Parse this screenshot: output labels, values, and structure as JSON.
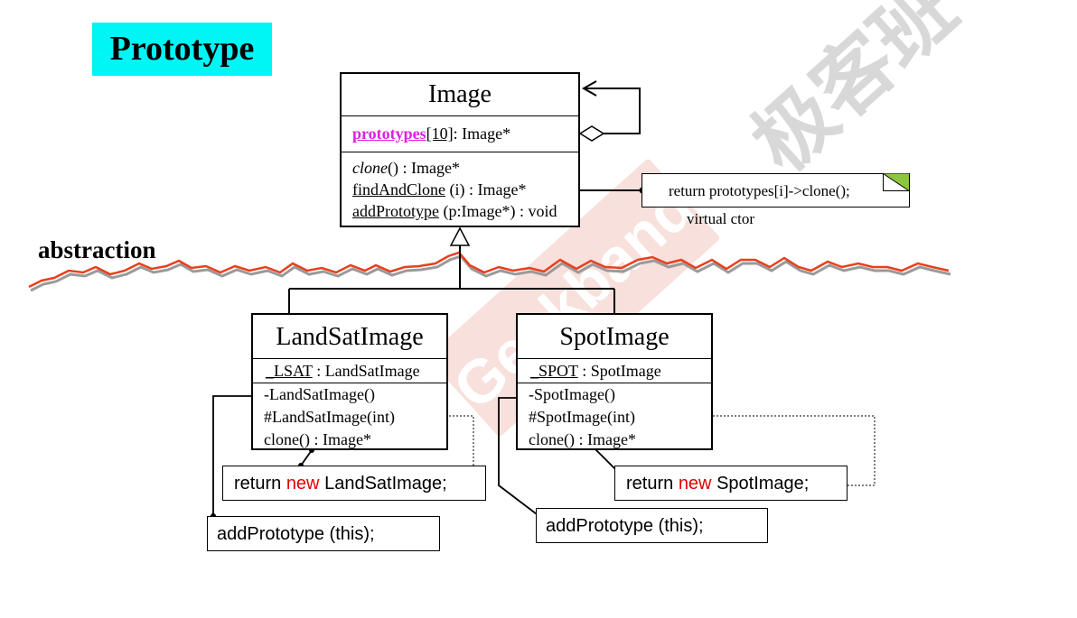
{
  "title": "Prototype",
  "abstraction_label": "abstraction",
  "image_class": {
    "name": "Image",
    "attribute": {
      "name": "prototypes",
      "index": "[10]",
      "type": ": Image*"
    },
    "ops": [
      {
        "name": "clone",
        "rest": "() : Image*"
      },
      {
        "name": "findAndClone",
        "rest": " (i) : Image*"
      },
      {
        "name": "addPrototype",
        "rest": " (p:Image*) : void"
      }
    ]
  },
  "note": {
    "text": "return prototypes[i]->clone();",
    "caption": "virtual ctor"
  },
  "landsat_class": {
    "name": "LandSatImage",
    "attribute": {
      "name": "_LSAT",
      "type": " : LandSatImage"
    },
    "ops": [
      "-LandSatImage()",
      "#LandSatImage(int)",
      "clone() : Image*"
    ]
  },
  "spot_class": {
    "name": "SpotImage",
    "attribute": {
      "name": "_SPOT",
      "type": " : SpotImage"
    },
    "ops": [
      "-SpotImage()",
      "#SpotImage(int)",
      "clone() : Image*"
    ]
  },
  "code": {
    "landsat_return": {
      "prefix": "return ",
      "keyword": "new",
      "suffix": " LandSatImage;"
    },
    "spot_return": {
      "prefix": "return ",
      "keyword": "new",
      "suffix": " SpotImage;"
    },
    "landsat_add": "addPrototype (this);",
    "spot_add": "addPrototype (this);"
  },
  "watermark": {
    "text": "极客班",
    "logo_text": "Geekband"
  },
  "colors": {
    "title_bg": "#00f5f5",
    "attribute_highlight": "#e020e0",
    "keyword": "#e00000",
    "wave_red": "#e8401c",
    "wave_gray": "#9a9a9a",
    "note_corner": "#8cc63f"
  }
}
